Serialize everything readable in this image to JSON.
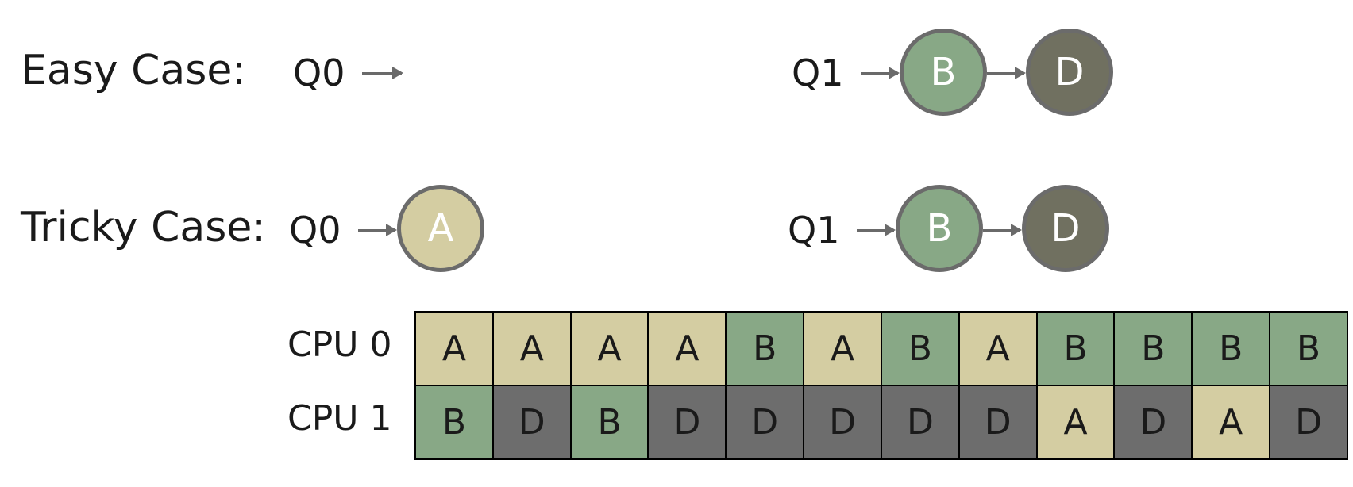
{
  "colors": {
    "A": "#d4cda2",
    "B": "#88a886",
    "D_node": "#707060",
    "D_cell": "#6d6d6d"
  },
  "easy": {
    "label": "Easy Case:",
    "q0": {
      "label": "Q0",
      "nodes": []
    },
    "q1": {
      "label": "Q1",
      "nodes": [
        "B",
        "D"
      ]
    }
  },
  "tricky": {
    "label": "Tricky Case:",
    "q0": {
      "label": "Q0",
      "nodes": [
        "A"
      ]
    },
    "q1": {
      "label": "Q1",
      "nodes": [
        "B",
        "D"
      ]
    }
  },
  "schedule": {
    "cpu0": {
      "label": "CPU 0",
      "slots": [
        "A",
        "A",
        "A",
        "A",
        "B",
        "A",
        "B",
        "A",
        "B",
        "B",
        "B",
        "B"
      ]
    },
    "cpu1": {
      "label": "CPU 1",
      "slots": [
        "B",
        "D",
        "B",
        "D",
        "D",
        "D",
        "D",
        "D",
        "A",
        "D",
        "A",
        "D"
      ]
    }
  }
}
